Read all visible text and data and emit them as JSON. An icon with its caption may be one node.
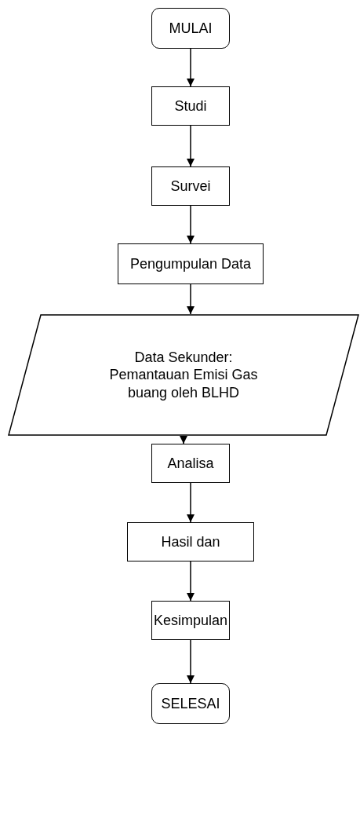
{
  "diagram": {
    "nodes": [
      {
        "text": [
          "MULAI"
        ]
      },
      {
        "text": [
          "Studi"
        ]
      },
      {
        "text": [
          "Survei"
        ]
      },
      {
        "text": [
          "Pengumpulan Data"
        ]
      },
      {
        "text": [
          "Data Sekunder: Pemantauan Emisi Gas buang oleh BLHD"
        ]
      },
      {
        "text": [
          "Analisa"
        ]
      },
      {
        "text": [
          "Hasil dan"
        ]
      },
      {
        "text": [
          "Kesimpulan"
        ]
      },
      {
        "text": [
          "SELESAI"
        ]
      }
    ],
    "edges": [
      {
        "from": 0,
        "to": 1,
        "arrow": "to"
      },
      {
        "from": 1,
        "to": 2,
        "arrow": "to"
      },
      {
        "from": 2,
        "to": 3,
        "arrow": "to"
      },
      {
        "from": 3,
        "to": 4,
        "arrow": "to"
      },
      {
        "from": 4,
        "to": 5,
        "arrow": "to"
      },
      {
        "from": 5,
        "to": 6,
        "arrow": "to"
      },
      {
        "from": 6,
        "to": 7,
        "arrow": "to"
      },
      {
        "from": 7,
        "to": 8,
        "arrow": "to"
      }
    ]
  }
}
